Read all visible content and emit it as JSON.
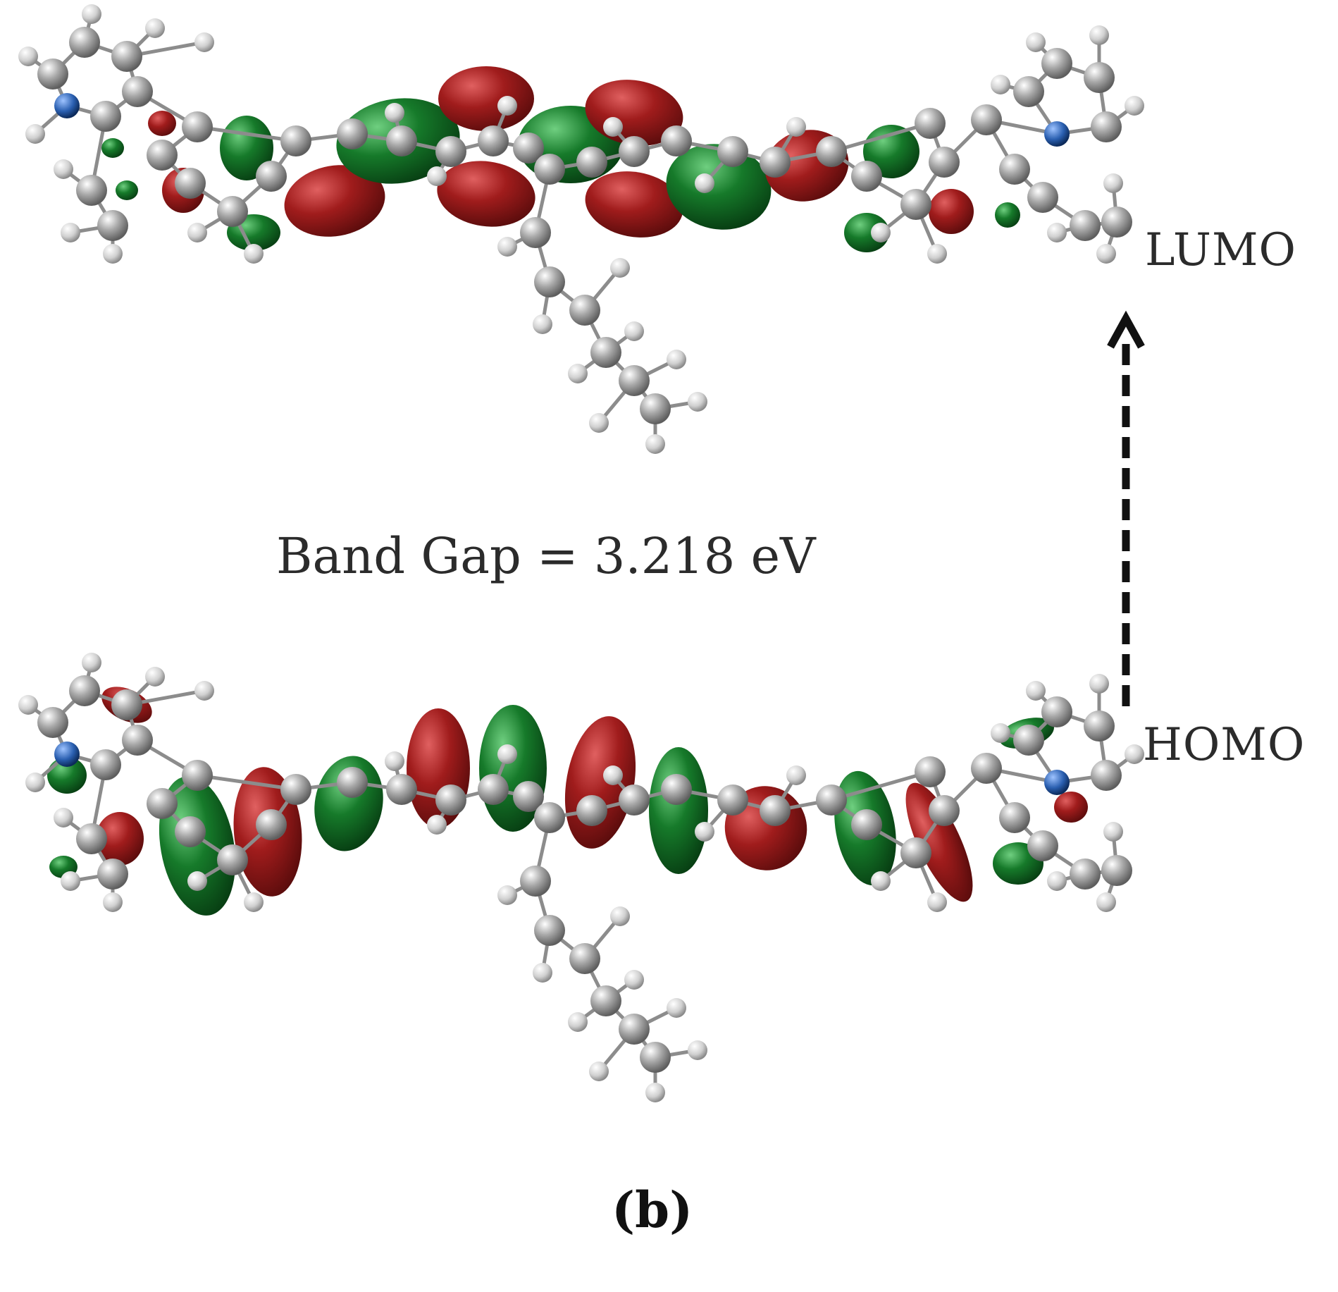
{
  "labels": {
    "lumo": "LUMO",
    "homo": "HOMO",
    "band_gap": "Band Gap = 3.218 eV",
    "panel": "(b)"
  },
  "colors": {
    "positive_lobe": "#8b1a1a",
    "negative_lobe": "#0f6b22",
    "carbon_atom": "#9a9a9a",
    "hydrogen_atom": "#d9d9d9",
    "nitrogen_atom": "#1f5fa8",
    "arrow": "#111111"
  },
  "orbitals": {
    "upper": "LUMO",
    "lower": "HOMO",
    "transition_arrow": "HOMO to LUMO, dashed"
  }
}
